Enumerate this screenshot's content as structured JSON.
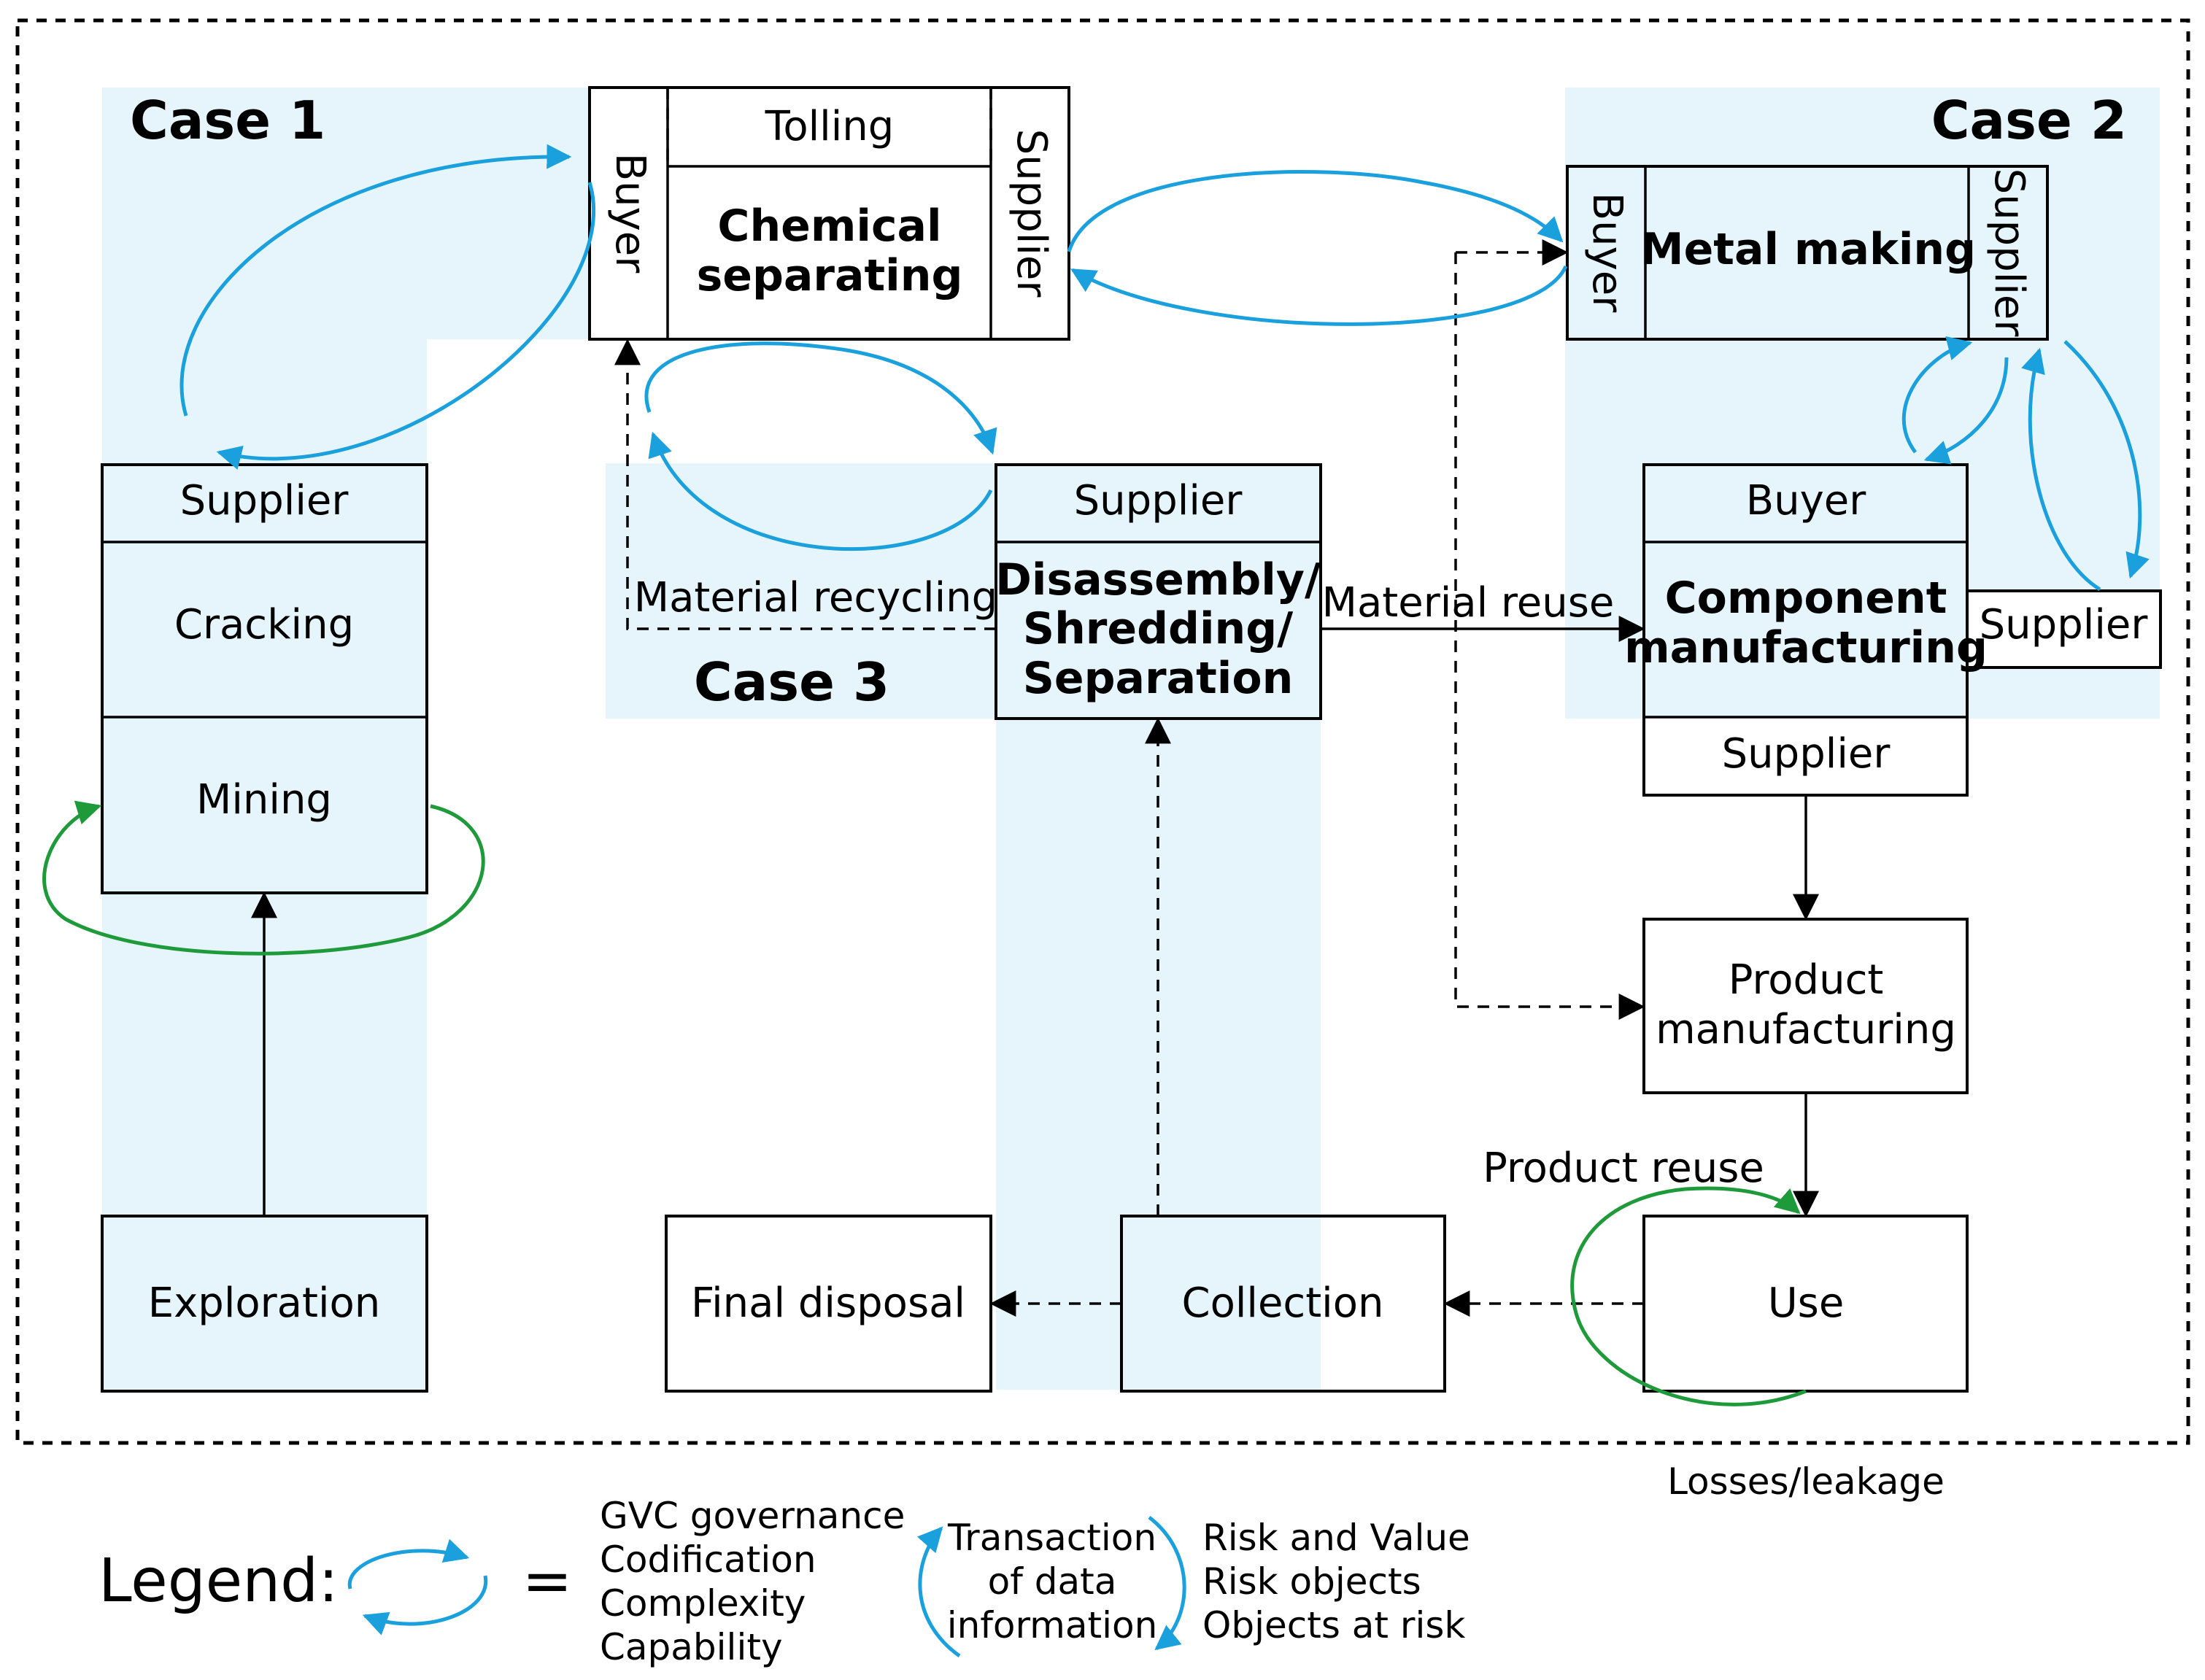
{
  "cases": {
    "case1": "Case 1",
    "case2": "Case 2",
    "case3": "Case 3"
  },
  "nodes": {
    "tolling": "Tolling",
    "chemical_separating_1": "Chemical",
    "chemical_separating_2": "separating",
    "buyer": "Buyer",
    "supplier": "Supplier",
    "metal_making": "Metal making",
    "cracking": "Cracking",
    "mining": "Mining",
    "exploration": "Exploration",
    "disassembly_1": "Disassembly/",
    "disassembly_2": "Shredding/",
    "disassembly_3": "Separation",
    "component_1": "Component",
    "component_2": "manufacturing",
    "product_1": "Product",
    "product_2": "manufacturing",
    "use": "Use",
    "collection": "Collection",
    "final_disposal": "Final disposal"
  },
  "flow_labels": {
    "material_recycling": "Material recycling",
    "material_reuse": "Material reuse",
    "product_reuse": "Product reuse",
    "losses": "Losses/leakage"
  },
  "legend": {
    "title": "Legend:",
    "equals": "=",
    "governance": [
      "GVC governance",
      "Codification",
      "Complexity",
      "Capability"
    ],
    "transaction": [
      "Transaction",
      "of data",
      "information"
    ],
    "risk": [
      "Risk and Value",
      "Risk objects",
      "Objects at risk"
    ]
  },
  "colors": {
    "case_background": "#e6f5fc",
    "governance_arrow": "#1aa0dc",
    "reuse_arrow": "#1f9a3a"
  }
}
